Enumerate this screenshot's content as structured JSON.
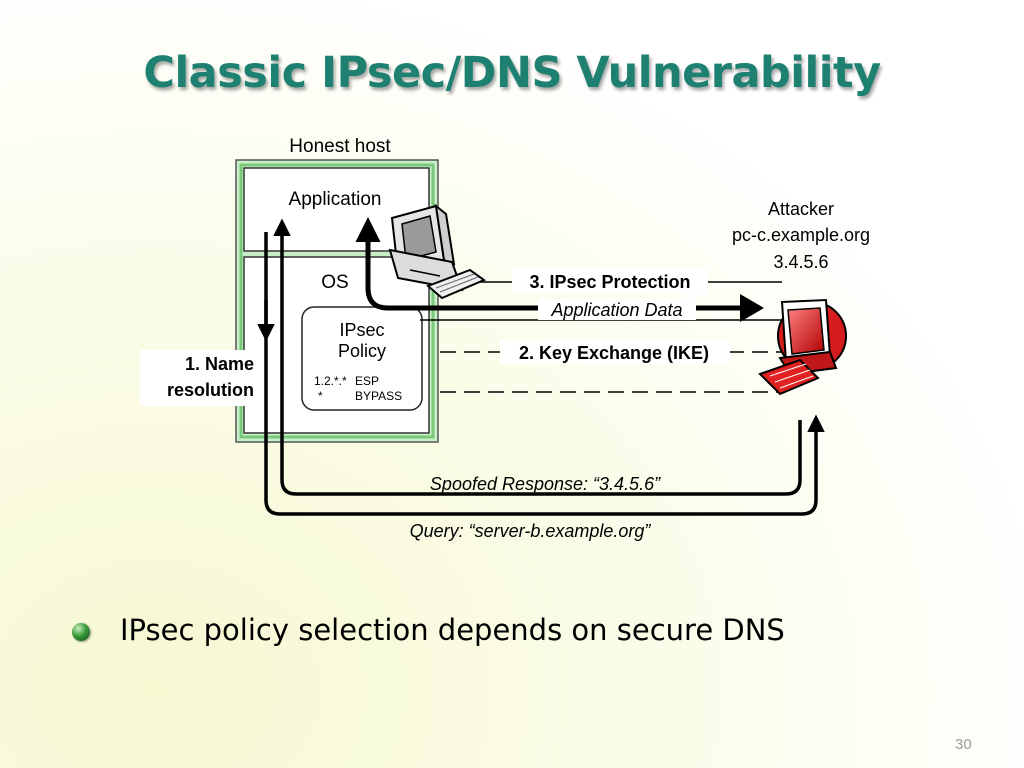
{
  "slide": {
    "title": "Classic IPsec/DNS Vulnerability",
    "bullet": "IPsec policy selection depends on secure DNS",
    "page_number": "30"
  },
  "diagram": {
    "honest_host_label": "Honest host",
    "application_label": "Application",
    "os_label": "OS",
    "policy_title_line1": "IPsec",
    "policy_title_line2": "Policy",
    "policy_rules": [
      {
        "pattern": "1.2.*.*",
        "action": "ESP"
      },
      {
        "pattern": "*",
        "action": "BYPASS"
      }
    ],
    "name_resolution_line1": "1. Name",
    "name_resolution_line2": "resolution",
    "attacker_line1": "Attacker",
    "attacker_line2": "pc-c.example.org",
    "attacker_line3": "3.4.5.6",
    "ipsec_protection": "3. IPsec Protection",
    "application_data": "Application Data",
    "key_exchange": "2. Key Exchange (IKE)",
    "spoofed_response": "Spoofed Response: “3.4.5.6”",
    "query": "Query: “server-b.example.org”",
    "host_border_color": "#9bd89b",
    "attacker_color": "#d41c1c"
  }
}
